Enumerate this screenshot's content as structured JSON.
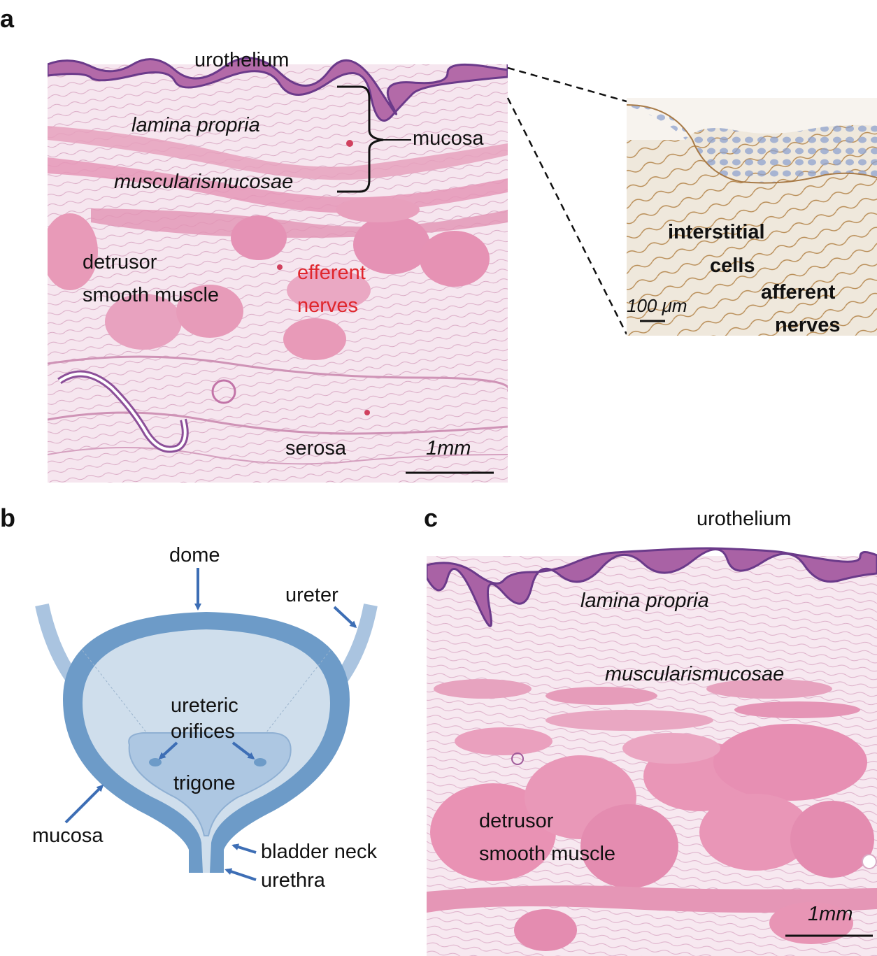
{
  "panels": {
    "a": {
      "letter": "a",
      "labels": {
        "urothelium": "urothelium",
        "lamina_propria": "lamina propria",
        "mucosa": "mucosa",
        "muscularis": "muscularismucosae",
        "detrusor_1": "detrusor",
        "detrusor_2": "smooth muscle",
        "efferent_1": "efferent",
        "efferent_2": "nerves",
        "serosa": "serosa",
        "scale": "1mm"
      },
      "inset": {
        "interstitial_1": "interstitial",
        "interstitial_2": "cells",
        "afferent_1": "afferent",
        "afferent_2": "nerves",
        "scale": "100 μm"
      }
    },
    "b": {
      "letter": "b",
      "labels": {
        "dome": "dome",
        "ureter": "ureter",
        "ureteric_1": "ureteric",
        "ureteric_2": "orifices",
        "trigone": "trigone",
        "mucosa": "mucosa",
        "bladder_neck": "bladder neck",
        "urethra": "urethra"
      }
    },
    "c": {
      "letter": "c",
      "labels": {
        "urothelium": "urothelium",
        "lamina_propria": "lamina propria",
        "muscularis": "muscularismucosae",
        "detrusor_1": "detrusor",
        "detrusor_2": "smooth muscle",
        "scale": "1mm"
      }
    }
  },
  "colors": {
    "tissue_bg": "#f5e4ee",
    "muscle": "#e89ab8",
    "epithelium": "#7a4c9e",
    "bladder_wall": "#6d9bc8",
    "bladder_lumen": "#cfdeec",
    "trigone": "#adc7e2",
    "arrow": "#3d6eb5",
    "efferent_text": "#e0262d"
  }
}
